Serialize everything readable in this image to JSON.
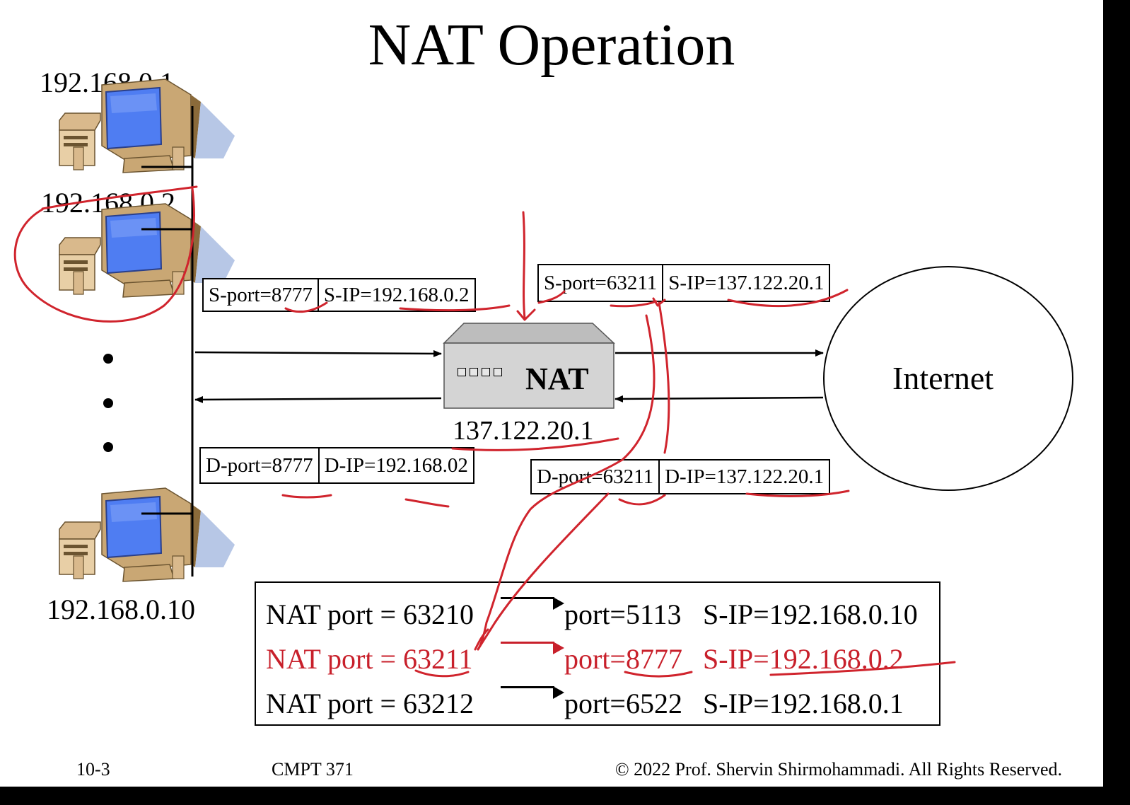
{
  "slide": {
    "title": "NAT Operation",
    "hosts": [
      {
        "ip": "192.168.0.1"
      },
      {
        "ip": "192.168.0.2"
      },
      {
        "ip": "192.168.0.10"
      }
    ],
    "nat": {
      "label": "NAT",
      "ip": "137.122.20.1"
    },
    "internet": {
      "label": "Internet"
    },
    "boxes": {
      "inside_out": {
        "port": "S-port=8777",
        "ip": "S-IP=192.168.0.2"
      },
      "outside_out": {
        "port": "S-port=63211",
        "ip": "S-IP=137.122.20.1"
      },
      "inside_in": {
        "port": "D-port=8777",
        "ip": "D-IP=192.168.02"
      },
      "outside_in": {
        "port": "D-port=63211",
        "ip": "D-IP=137.122.20.1"
      }
    },
    "table": {
      "rows": [
        {
          "nat": "NAT port = 63210",
          "port": "port=5113",
          "sip": "S-IP=192.168.0.10",
          "highlight": false
        },
        {
          "nat": "NAT port = 63211",
          "port": "port=8777",
          "sip": "S-IP=192.168.0.2",
          "highlight": true
        },
        {
          "nat": "NAT port = 63212",
          "port": "port=6522",
          "sip": "S-IP=192.168.0.1",
          "highlight": false
        }
      ]
    },
    "footer": {
      "page": "10-3",
      "course": "CMPT 371",
      "copyright": "© 2022 Prof. Shervin Shirmohammadi. All Rights Reserved."
    }
  },
  "colors": {
    "background": "#ffffff",
    "frame": "#000000",
    "highlight_red": "#c8202b",
    "annotation_red": "#d0242d",
    "monitor_screen": "#4f7df2",
    "computer_case": "#d9b98c",
    "nat_device": "#d4d4d4"
  },
  "icons": [
    "desktop-computer-icon",
    "nat-device-icon",
    "internet-cloud-icon"
  ]
}
